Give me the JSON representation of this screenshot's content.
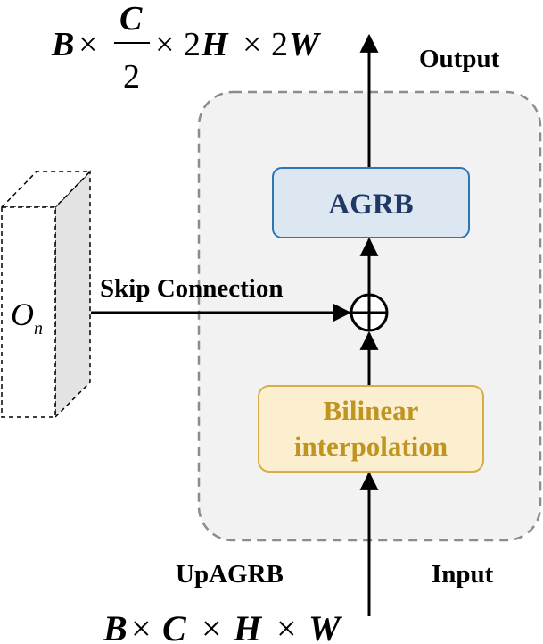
{
  "labels": {
    "output": "Output",
    "input": "Input",
    "module_name": "UpAGRB",
    "skip_connection": "Skip Connection"
  },
  "blocks": {
    "agrb": "AGRB",
    "bilinear_line1": "Bilinear",
    "bilinear_line2": "interpolation"
  },
  "feature_map": {
    "symbol": "O",
    "subscript": "n"
  },
  "output_shape": {
    "b": "B",
    "times": "×",
    "c": "C",
    "denominator": "2",
    "h_term": "2",
    "h": "H",
    "w_term": "2",
    "w": "W"
  },
  "input_shape": {
    "b": "B",
    "times": "×",
    "c": "C",
    "h": "H",
    "w": "W"
  },
  "colors": {
    "agrb_fill": "#dce7f2",
    "agrb_border": "#2e75b6",
    "agrb_text": "#1f3864",
    "bilinear_fill": "#fbefcf",
    "bilinear_border": "#d6ad47",
    "bilinear_text": "#c09420",
    "container_fill": "#f2f2f2",
    "container_border": "#8c8c8c",
    "stroke": "#000000"
  }
}
